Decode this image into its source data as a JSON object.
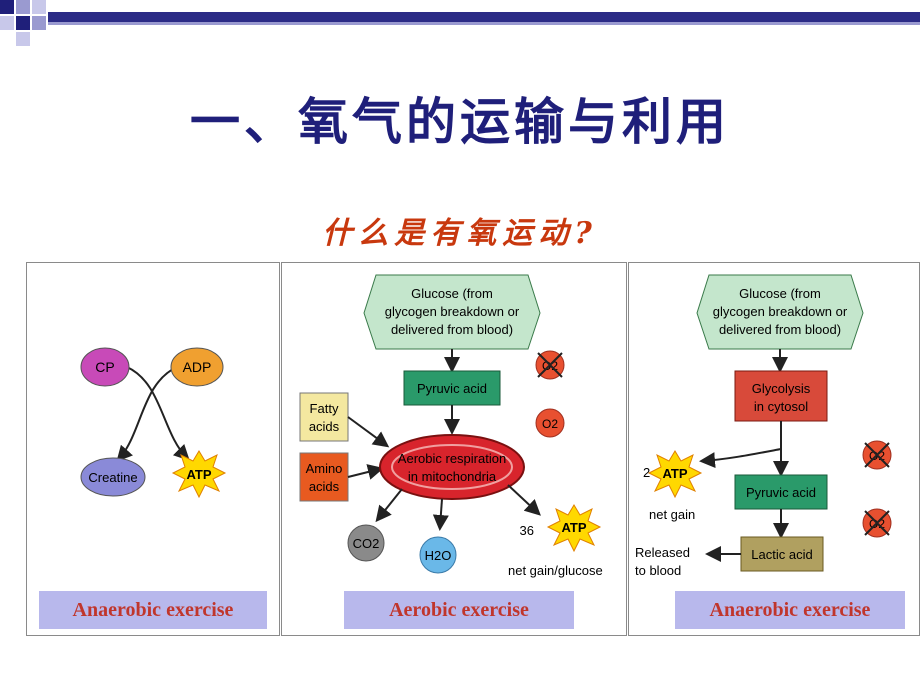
{
  "slide": {
    "title": "一、氧气的运输与利用",
    "subtitle": "什么是有氧运动?"
  },
  "panels": [
    {
      "caption": "Anaerobic exercise",
      "nodes": {
        "cp": "CP",
        "adp": "ADP",
        "creatine": "Creatine",
        "atp": "ATP"
      }
    },
    {
      "caption": "Aerobic exercise",
      "glucose_lines": [
        "Glucose (from",
        "glycogen breakdown or",
        "delivered from blood)"
      ],
      "pyruvic": "Pyruvic acid",
      "fatty_lines": [
        "Fatty",
        "acids"
      ],
      "amino_lines": [
        "Amino",
        "acids"
      ],
      "mito_lines": [
        "Aerobic respiration",
        "in mitochondria"
      ],
      "co2": "CO2",
      "h2o": "H2O",
      "atp_count": "36",
      "atp": "ATP",
      "net_gain": "net gain/glucose",
      "o2_crossed": "O2",
      "o2": "O2"
    },
    {
      "caption": "Anaerobic exercise",
      "glucose_lines": [
        "Glucose (from",
        "glycogen breakdown or",
        "delivered from blood)"
      ],
      "glycolysis_lines": [
        "Glycolysis",
        "in cytosol"
      ],
      "pyruvic": "Pyruvic acid",
      "lactic": "Lactic acid",
      "atp_count": "2",
      "atp": "ATP",
      "net_gain": "net gain",
      "released_lines": [
        "Released",
        "to blood"
      ],
      "o2_crossed_1": "O2",
      "o2_crossed_2": "O2"
    }
  ],
  "colors": {
    "title": "#1f1f7a",
    "subtitle": "#c8380e",
    "caption_bg": "#b8b8ec",
    "caption_text": "#c0362c",
    "glucose_box": "#c4e6cc",
    "pyruvic_box": "#2a9a6a",
    "mito": "#d8242c",
    "atp_star": "#ffd800"
  }
}
